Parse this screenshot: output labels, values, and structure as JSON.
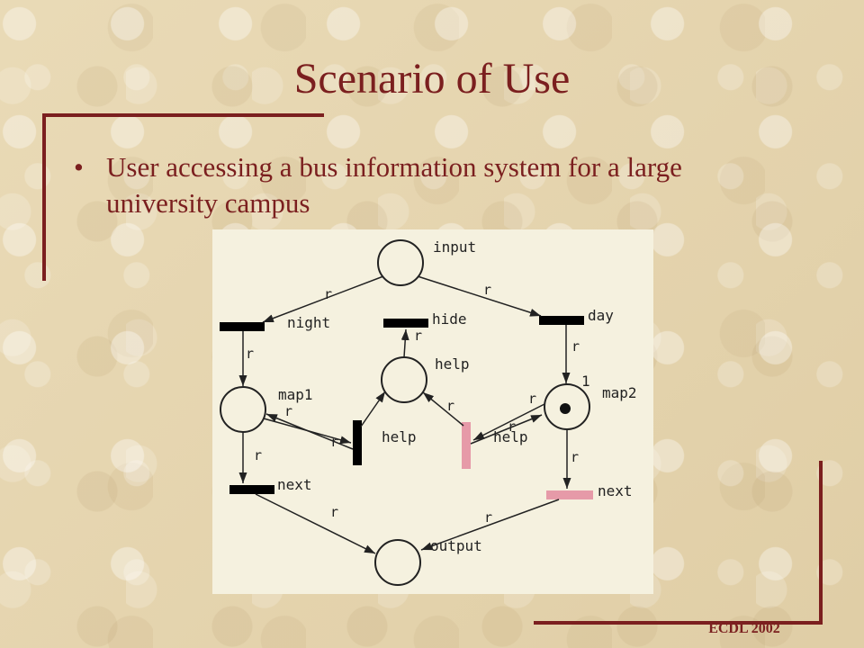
{
  "slide": {
    "title": "Scenario of Use",
    "bullet": "User accessing a bus information system for a large university campus",
    "footer": "ECDL 2002"
  },
  "diagram": {
    "places": {
      "input": "input",
      "help": "help",
      "map1": "map1",
      "map2": "map2",
      "output": "output"
    },
    "transitions": {
      "night": "night",
      "hide": "hide",
      "day": "day",
      "help_left": "help",
      "help_right": "help",
      "next_left": "next",
      "next_right": "next"
    },
    "arc_label": "r",
    "token_count": "1",
    "colors": {
      "normal_transition": "#000000",
      "active_transition": "#e69aa8"
    }
  },
  "colors": {
    "accent": "#7b1f1f",
    "background": "#e7d6ae",
    "diagram_background": "#f5f1df"
  }
}
